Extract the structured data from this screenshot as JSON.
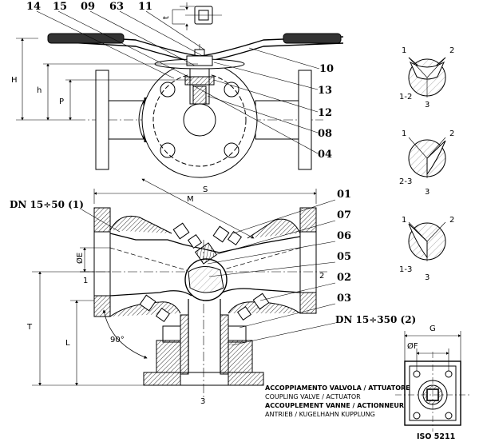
{
  "part_numbers": {
    "n14": "14",
    "n15": "15",
    "n09": "09",
    "n63": "63",
    "n11": "11",
    "n10": "10",
    "n13": "13",
    "n12": "12",
    "n08": "08",
    "n04": "04",
    "n01": "01",
    "n07": "07",
    "n06": "06",
    "n05": "05",
    "n02": "02",
    "n03": "03"
  },
  "dimensions": {
    "H": "H",
    "h": "h",
    "P": "P",
    "S": "S",
    "M": "M",
    "E": "ØE",
    "T": "T",
    "L": "L",
    "G": "G",
    "F": "ØF",
    "t": "t",
    "angle": "90°"
  },
  "titles": {
    "dn_small": "DN 15÷50 (1)",
    "dn_large": "DN 15÷350 (2)"
  },
  "port_labels": {
    "left": "1",
    "right": "2",
    "bottom": "3"
  },
  "flow_diagrams": [
    {
      "in1": "1",
      "in2": "2",
      "out": "3",
      "caption": "1-2"
    },
    {
      "in1": "1",
      "in2": "2",
      "out": "3",
      "caption": "2-3"
    },
    {
      "in1": "1",
      "in2": "2",
      "out": "3",
      "caption": "1-3"
    }
  ],
  "coupling_caption": {
    "line1": "ACCOPPIAMENTO VALVOLA / ATTUATORE",
    "line2": "COUPLING VALVE / ACTUATOR",
    "line3": "ACCOUPLEMENT VANNE / ACTIONNEUR",
    "line4": "ANTRIEB / KUGELHAHN KUPPLUNG"
  },
  "iso_label": "ISO 5211"
}
